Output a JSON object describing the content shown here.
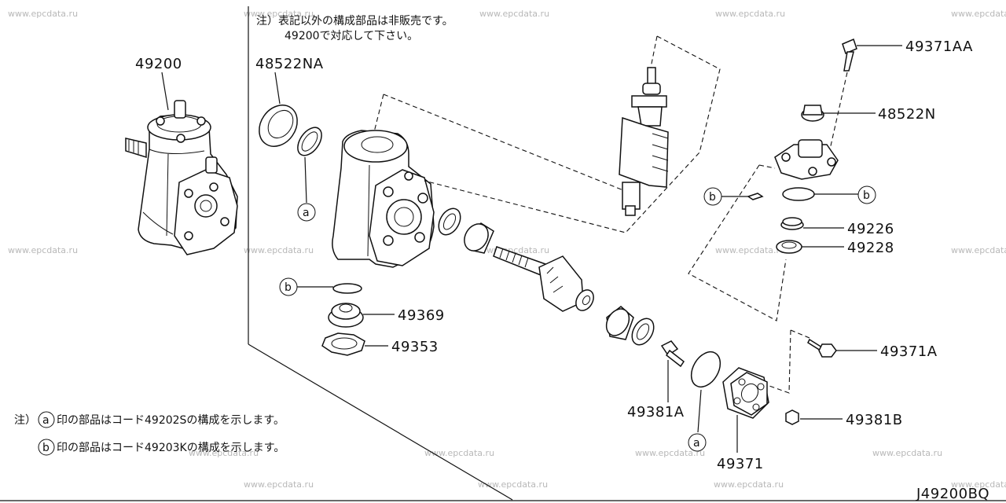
{
  "watermark": "www.epcdata.ru",
  "diagram_code": "J49200BQ",
  "notes": {
    "header_line1": "注）表記以外の構成部品は非販売です。",
    "header_line2": "49200で対応して下さい。",
    "footer_prefix": "注）",
    "footer_a": "印の部品はコード49202Sの構成を示します。",
    "footer_b": "印の部品はコード49203Kの構成を示します。"
  },
  "markers": {
    "a": "a",
    "b": "b"
  },
  "part_numbers": {
    "p49200": "49200",
    "p48522NA": "48522NA",
    "p49371AA": "49371AA",
    "p48522N": "48522N",
    "p49226": "49226",
    "p49228": "49228",
    "p49369": "49369",
    "p49353": "49353",
    "p49371A": "49371A",
    "p49381A": "49381A",
    "p49381B": "49381B",
    "p49371": "49371"
  }
}
